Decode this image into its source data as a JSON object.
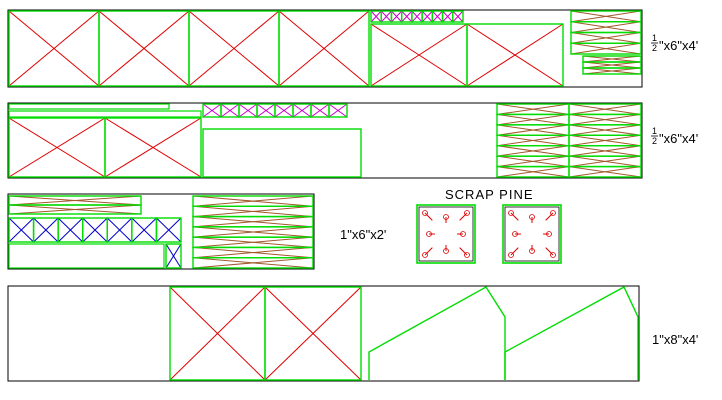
{
  "labels": {
    "board1": {
      "frac": "1",
      "rest": "\"x6\"x4'"
    },
    "board2": {
      "frac": "1",
      "rest": "\"x6\"x4'"
    },
    "board3": "1\"x6\"x2'",
    "board4": "1\"x8\"x4'",
    "scrap_title": "SCRAP PINE"
  },
  "colors": {
    "outline": "#000000",
    "piece": "#00dd00",
    "cross": "#e00000",
    "blue_cross": "#0000cc",
    "magenta_cross": "#cc00cc",
    "brown": "#a05a2c"
  }
}
